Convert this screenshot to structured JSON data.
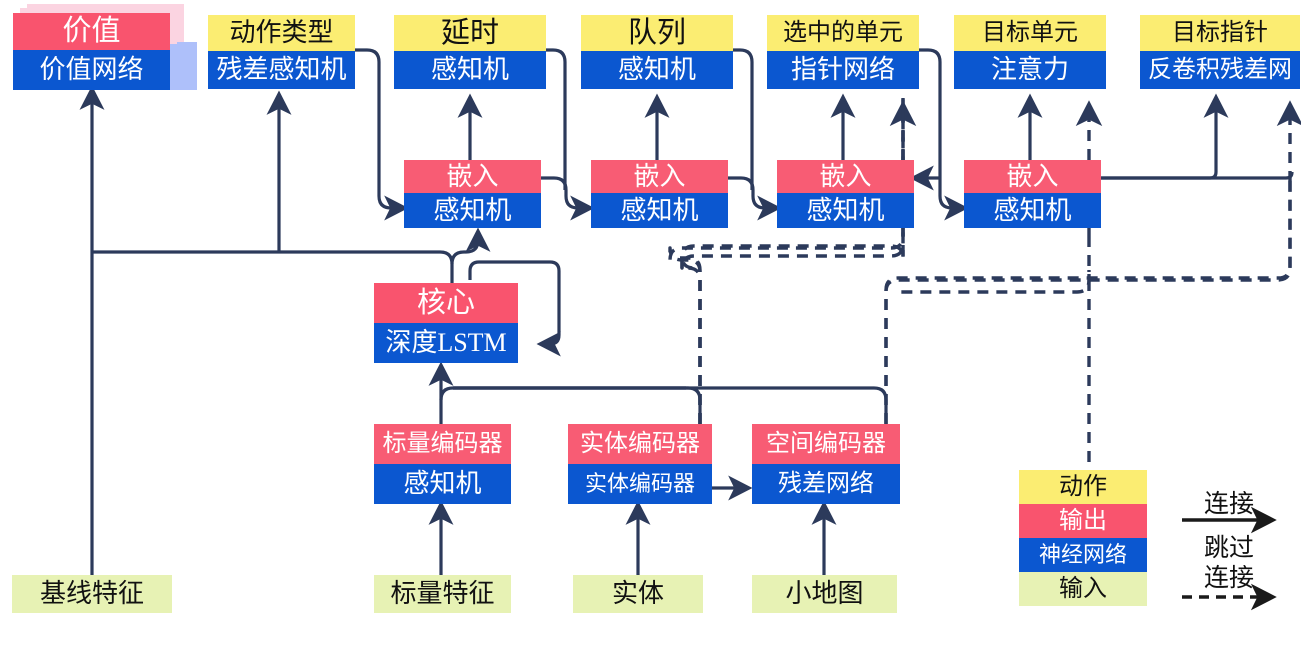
{
  "title": "AlphaStar-style agent network architecture diagram (Chinese labels)",
  "colors": {
    "action": "#FBED72",
    "output": "#F9546E",
    "network": "#0B57D0",
    "input": "#E7F2B4",
    "wire": "#2C3A5B",
    "shadow_pink": "#FBD4E1",
    "shadow_blue": "#AEC0FA"
  },
  "nodes": {
    "value": {
      "head": "价值",
      "body": "价值网络"
    },
    "action_type": {
      "head": "动作类型",
      "body": "残差感知机"
    },
    "delay": {
      "head": "延时",
      "body": "感知机"
    },
    "queue": {
      "head": "队列",
      "body": "感知机"
    },
    "selected_units": {
      "head": "选中的单元",
      "body": "指针网络"
    },
    "target_unit": {
      "head": "目标单元",
      "body": "注意力"
    },
    "target_point": {
      "head": "目标指针",
      "body": "反卷积残差网"
    },
    "embed1": {
      "head": "嵌入",
      "body": "感知机"
    },
    "embed2": {
      "head": "嵌入",
      "body": "感知机"
    },
    "embed3": {
      "head": "嵌入",
      "body": "感知机"
    },
    "embed4": {
      "head": "嵌入",
      "body": "感知机"
    },
    "core": {
      "head": "核心",
      "body": "深度LSTM"
    },
    "scalar_encoder": {
      "head": "标量编码器",
      "body": "感知机"
    },
    "entity_encoder": {
      "head": "实体编码器",
      "body": "实体编码器"
    },
    "spatial_encoder": {
      "head": "空间编码器",
      "body": "残差网络"
    }
  },
  "inputs": {
    "baseline_features": "基线特征",
    "scalar_features": "标量特征",
    "entities": "实体",
    "minimap": "小地图"
  },
  "legend": {
    "swatches": [
      {
        "label": "动作",
        "kind": "action"
      },
      {
        "label": "输出",
        "kind": "output"
      },
      {
        "label": "神经网络",
        "kind": "network"
      },
      {
        "label": "输入",
        "kind": "input"
      }
    ],
    "connection_label": "连接",
    "skip_label_line1": "跳过",
    "skip_label_line2": "连接"
  }
}
